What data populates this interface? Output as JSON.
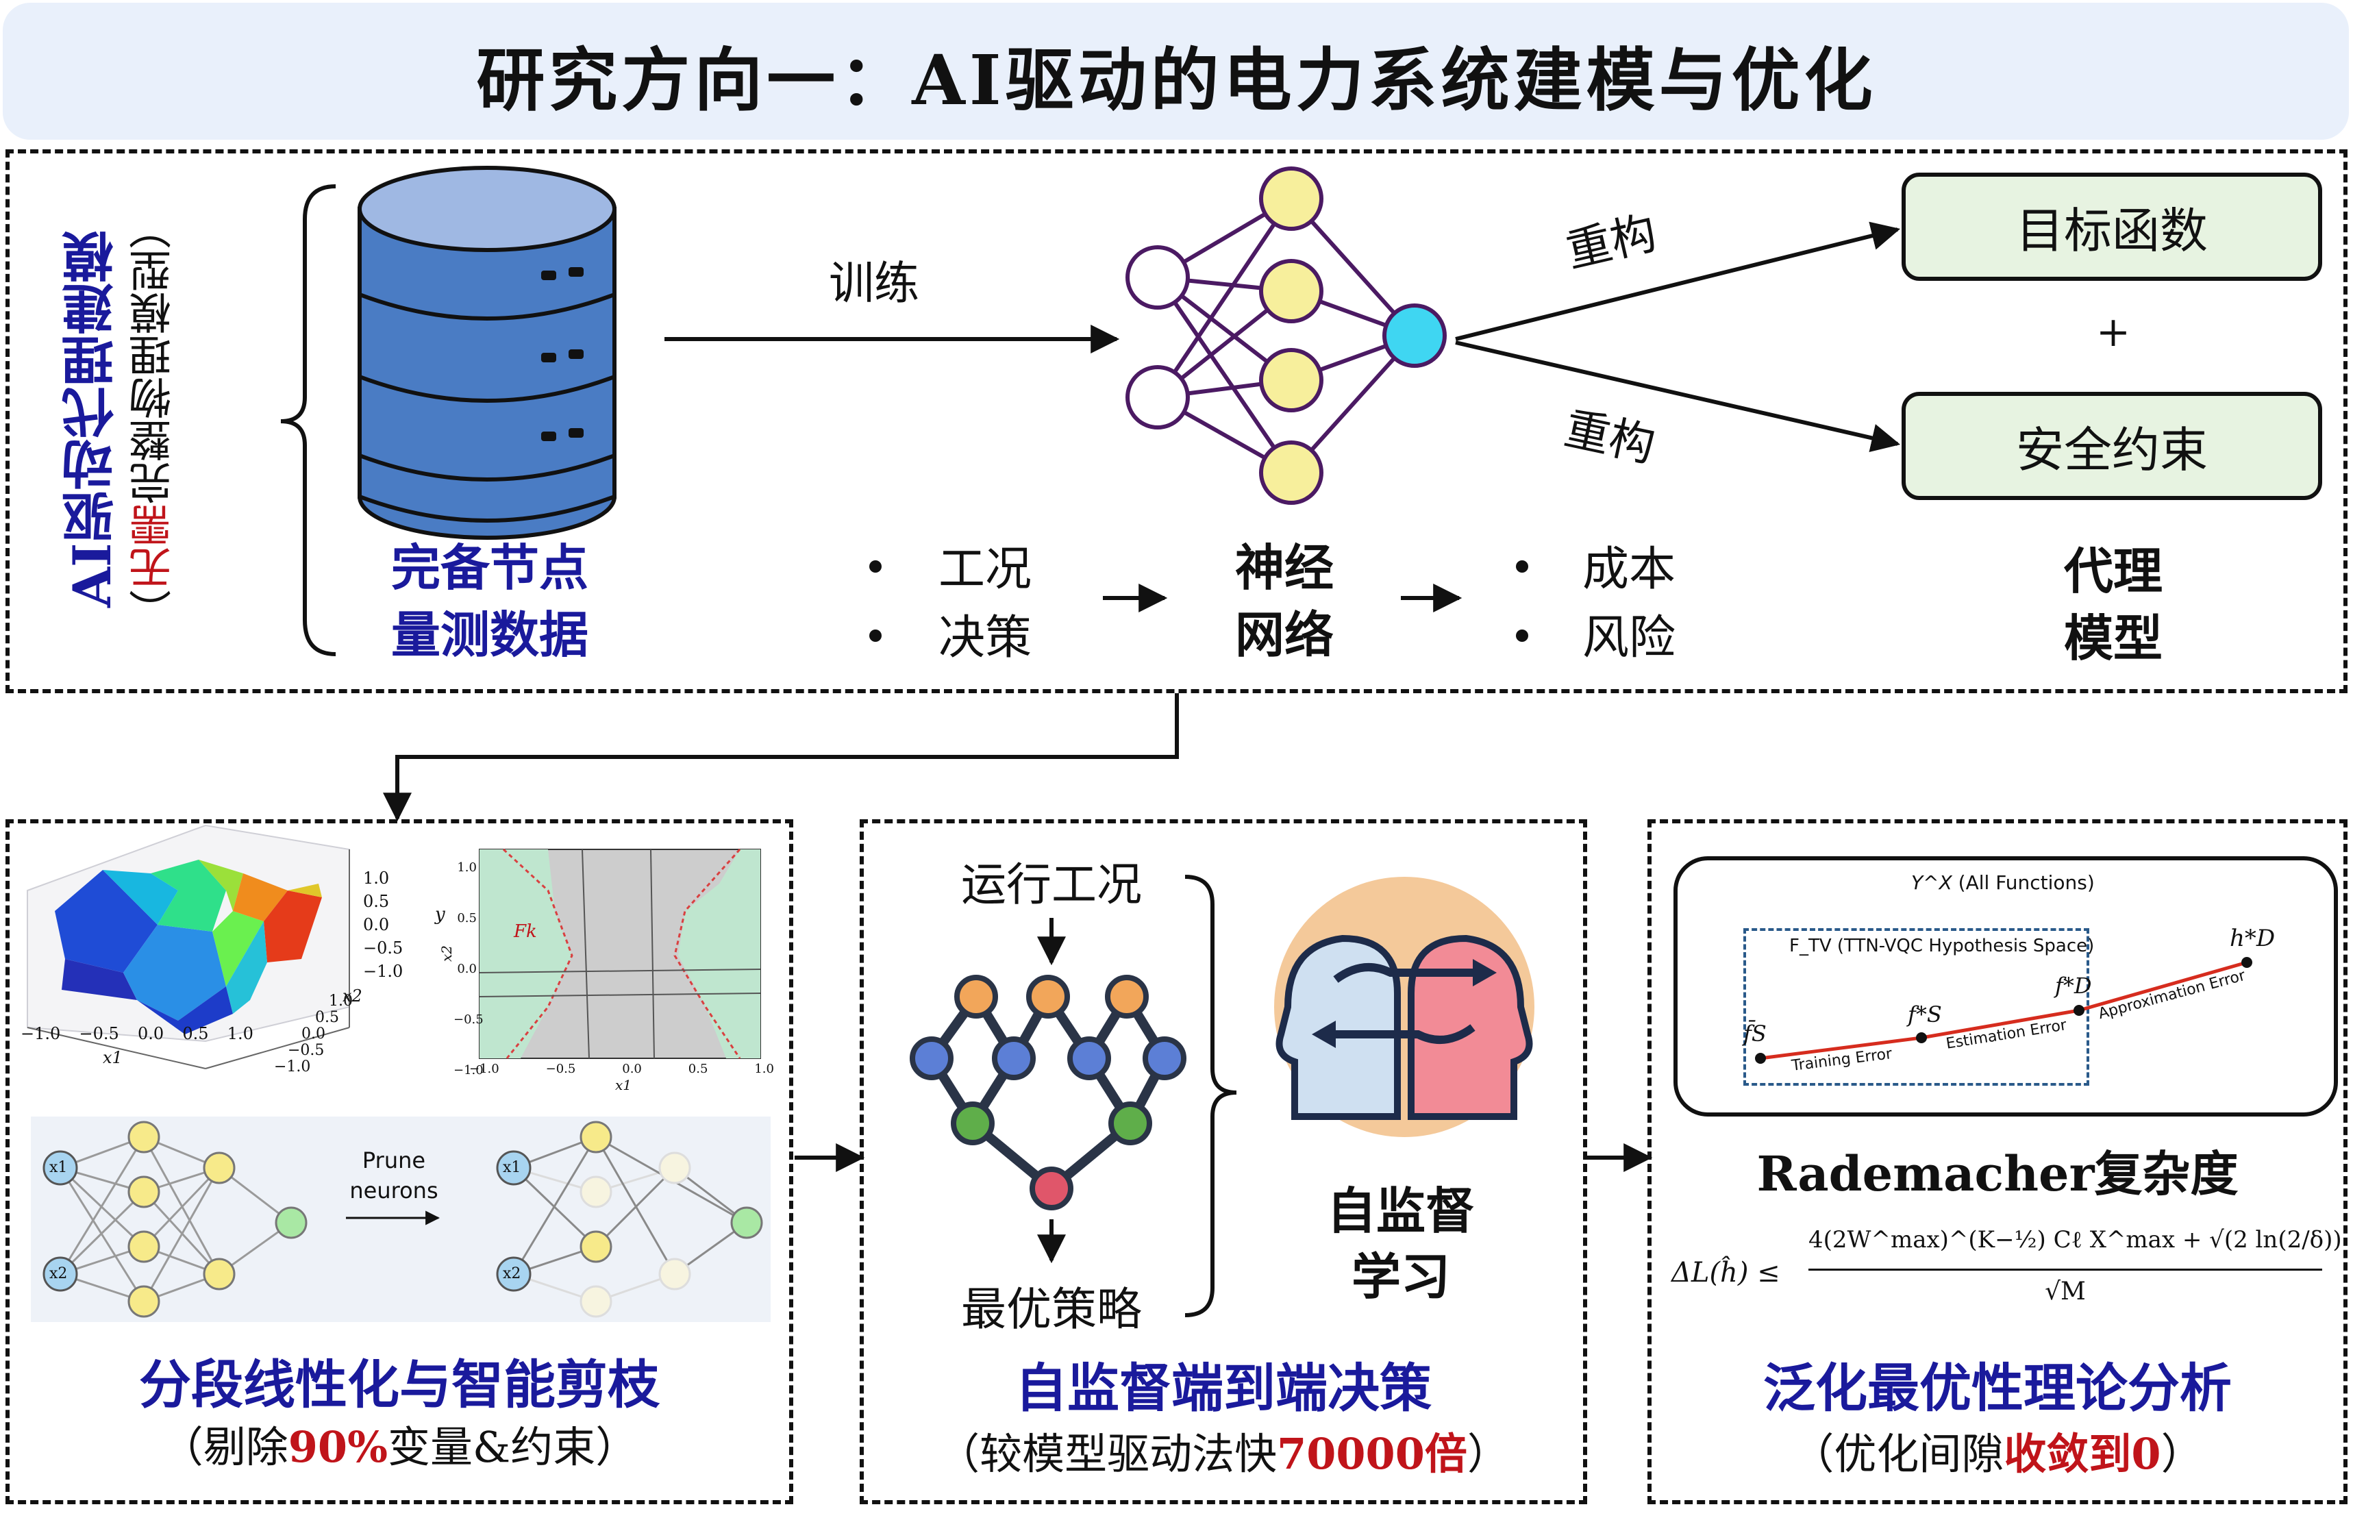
{
  "title": "研究方向一：AI驱动的电力系统建模与优化",
  "top": {
    "side_label_main": "AI驱动代理建模",
    "side_label_open": "（",
    "side_label_red": "无需",
    "side_label_rest": "完整物理模型）",
    "train_label": "训练",
    "reconstruct_top": "重构",
    "reconstruct_bottom": "重构",
    "box_objective": "目标函数",
    "plus": "+",
    "box_constraint": "安全约束",
    "data_line1": "完备节点",
    "data_line2": "量测数据",
    "inputs": [
      "工况",
      "决策"
    ],
    "nn_line1": "神经",
    "nn_line2": "网络",
    "outputs": [
      "成本",
      "风险"
    ],
    "proxy_line1": "代理",
    "proxy_line2": "模型"
  },
  "panel_left": {
    "heading": "分段线性化与智能剪枝",
    "sub_prefix": "（剔除",
    "sub_highlight": "90%",
    "sub_suffix": "变量&约束）",
    "plot3d": {
      "x_ticks": [
        "−1.0",
        "−0.5",
        "0.0",
        "0.5",
        "1.0"
      ],
      "y_ticks": [
        "−1.0",
        "−0.5",
        "0.0",
        "0.5",
        "1.0"
      ],
      "z_ticks": [
        "1.0",
        "0.5",
        "0.0",
        "−0.5",
        "−1.0"
      ],
      "x_label": "x1",
      "y_label": "x2",
      "z_label": "y"
    },
    "plot2d": {
      "x_ticks": [
        "−1.0",
        "−0.5",
        "0.0",
        "0.5",
        "1.0"
      ],
      "y_ticks": [
        "1.0",
        "0.5",
        "0.0",
        "−0.5",
        "−1.0"
      ],
      "x_label": "x1",
      "y_label": "x2",
      "region_label": "Fk"
    },
    "prune_line1": "Prune",
    "prune_line2": "neurons",
    "input_node1": "x1",
    "input_node2": "x2"
  },
  "panel_mid": {
    "input_label": "运行工况",
    "output_label": "最优策略",
    "ssl_line1": "自监督",
    "ssl_line2": "学习",
    "heading": "自监督端到端决策",
    "sub_prefix": "（较模型驱动法快",
    "sub_highlight": "70000倍",
    "sub_suffix": "）"
  },
  "panel_right": {
    "all_functions": "(All Functions)",
    "all_functions_symbol": "Y^X",
    "hypothesis_space": "(TTN-VQC Hypothesis Space)",
    "hypothesis_symbol": "F_TV",
    "training_error": "Training Error",
    "estimation_error": "Estimation Error",
    "approximation_error": "Approximation Error",
    "point_fs_bar": "f̄S",
    "point_fs_star": "f*S",
    "point_fd_star": "f*D",
    "point_hd_star": "h*D",
    "rademacher": "Rademacher复杂度",
    "formula_lhs": "ΔL(ĥ) ≤",
    "formula_num": "4(2W^max)^(K−½) Cℓ X^max + √(2 ln(2/δ))",
    "formula_den": "√M",
    "heading": "泛化最优性理论分析",
    "sub_prefix": "（优化间隙",
    "sub_highlight": "收敛到0",
    "sub_suffix": "）"
  }
}
